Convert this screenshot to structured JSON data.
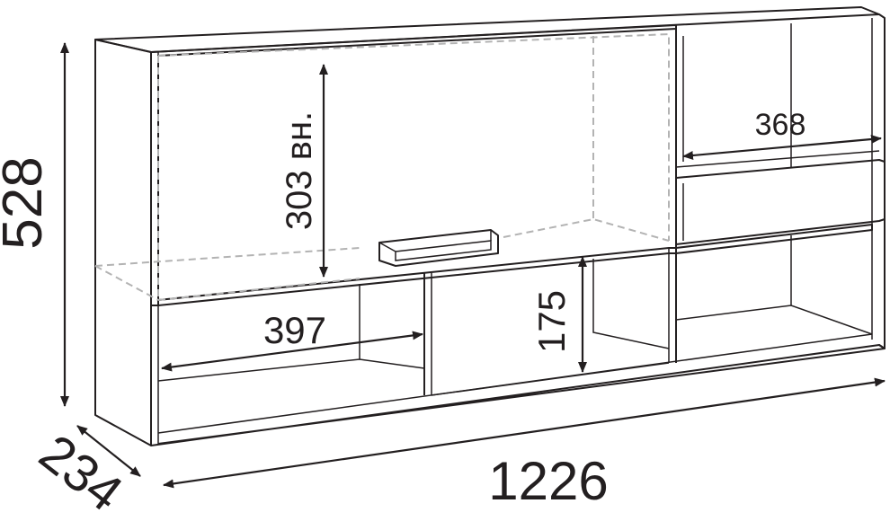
{
  "dimensions": {
    "height": "528",
    "depth": "234",
    "width": "1226",
    "inner_height": "303 вн.",
    "shelf_width": "397",
    "shelf_height": "175",
    "right_section_width": "368"
  },
  "colors": {
    "line": "#231f20",
    "hidden_line": "#b3b3b3",
    "background": "#ffffff"
  }
}
